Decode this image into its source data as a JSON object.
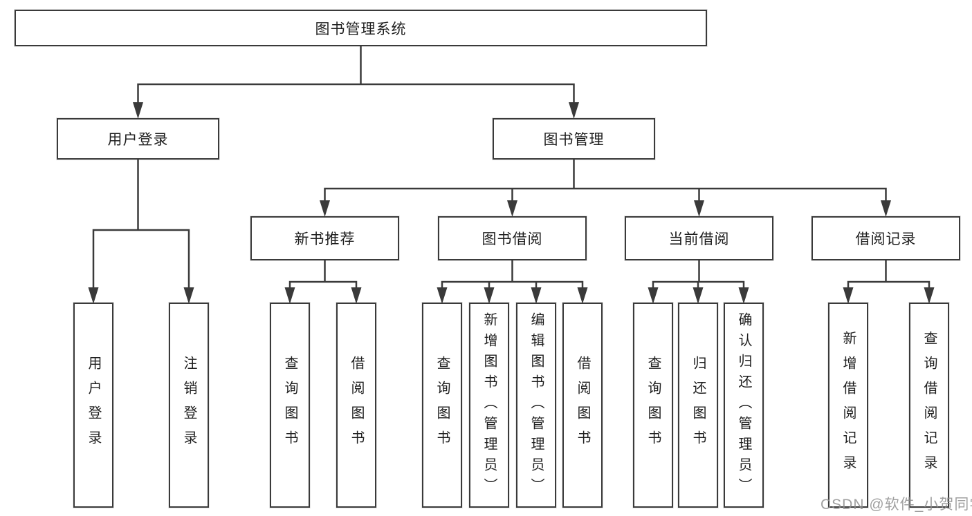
{
  "colors": {
    "line": "#3a3a3a",
    "text": "#1f1f1f",
    "watermark": "#8f8f8f",
    "background": "#ffffff"
  },
  "watermark": {
    "text": "CSDN @软件_小贺同学"
  },
  "tree": {
    "label": "图书管理系统",
    "children": [
      {
        "label": "用户登录",
        "children": [
          {
            "label": "用户登录"
          },
          {
            "label": "注销登录"
          }
        ]
      },
      {
        "label": "图书管理",
        "children": [
          {
            "label": "新书推荐",
            "children": [
              {
                "label": "查询图书"
              },
              {
                "label": "借阅图书"
              }
            ]
          },
          {
            "label": "图书借阅",
            "children": [
              {
                "label": "查询图书"
              },
              {
                "label": "新增图书（管理员）"
              },
              {
                "label": "编辑图书（管理员）"
              },
              {
                "label": "借阅图书"
              }
            ]
          },
          {
            "label": "当前借阅",
            "children": [
              {
                "label": "查询图书"
              },
              {
                "label": "归还图书"
              },
              {
                "label": "确认归还（管理员）"
              }
            ]
          },
          {
            "label": "借阅记录",
            "children": [
              {
                "label": "新增借阅记录"
              },
              {
                "label": "查询借阅记录"
              }
            ]
          }
        ]
      }
    ]
  }
}
